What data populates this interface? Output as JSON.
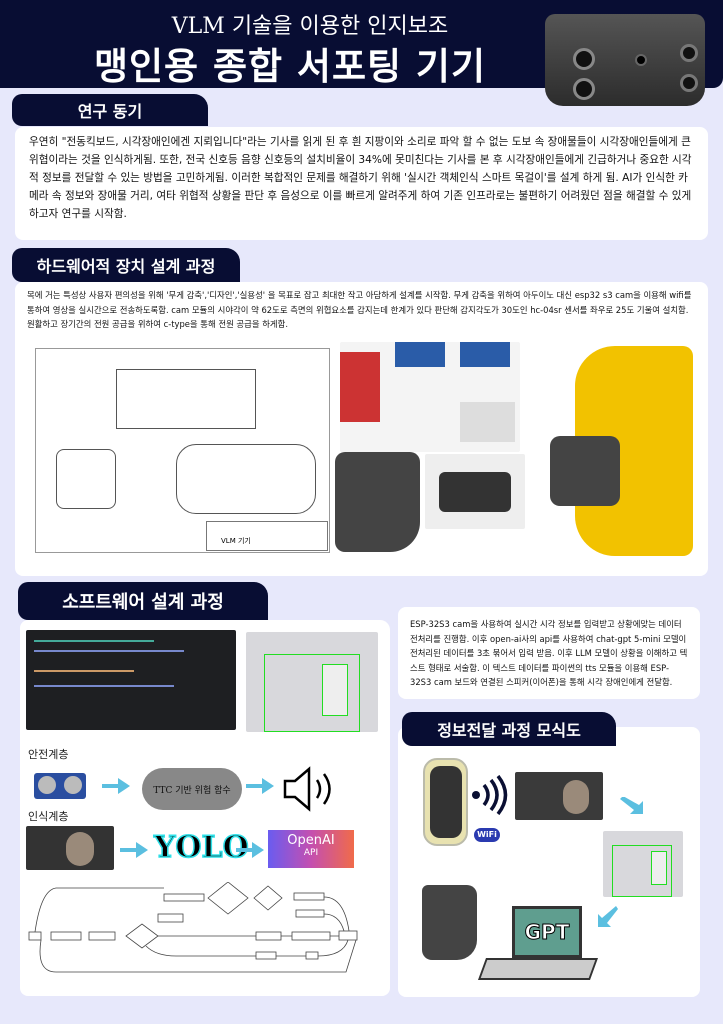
{
  "header": {
    "subtitle": "VLM 기술을 이용한 인지보조",
    "title": "맹인용 종합 서포팅 기기"
  },
  "motivation": {
    "heading": "연구 동기",
    "text": "우연히 \"전동킥보드, 시각장애인에겐 지뢰입니다\"라는 기사를 읽게 된 후 흰 지팡이와 소리로 파악 할 수 없는 도보 속 장애물들이 시각장애인들에게 큰 위협이라는 것을 인식하게됨. 또한, 전국 신호등 음향 신호등의 설치비율이 34%에 못미친다는 기사를 본 후 시각장애인들에게 긴급하거나 중요한 시각적 정보를 전달할 수 있는 방법을 고민하게됨. 이러한 복합적인 문제를 해결하기 위해 '실시간 객체인식 스마트 목걸이'를 설계 하게 됨. AI가 인식한 카메라 속 정보와 장애물 거리, 여타 위협적 상황을 판단 후 음성으로 이를 빠르게 알려주게 하여 기존 인프라로는 불편하기 어려웠던 점을 해결할 수 있게 하고자 연구를 시작함."
  },
  "hardware": {
    "heading": "하드웨어적 장치 설계 과정",
    "text": "목에 거는 특성상 사용자 편의성을 위해 '무게 감축','디자인','실용성' 을 목표로 잡고 최대한 작고 아담하게 설계를 시작함. 무게 감축을 위하여 아두이노 대신 esp32 s3 cam을 이용해 wifi를 통하여 영상을 실시간으로 전송하도록함. cam 모듈의 시야각이 약 62도로 측면의 위협요소를 감지는데 한계가 있다 판단해 감지각도가 30도인 hc-04sr 센서를 좌우로 25도 기울여 설치함. 원활하고 장기간의 전원 공급을 위하여 c-type을 통해 전원 공급을 하게함.",
    "drawing_title": "VLM 기기"
  },
  "software": {
    "heading": "소프트웨어 설계 과정",
    "safety_label": "안전계층",
    "ttc_label": "TTC 기반 위험 함수",
    "recognition_label": "인식계층",
    "yolo_label": "YOLO",
    "openai_label": "OpenAI",
    "api_label": "API"
  },
  "pipeline": {
    "text": "ESP-32S3 cam을 사용하여 실시간 시각 정보를 입력받고 상황에맞는 데이터 전처리를 진행함. 이후 open-ai사의 api를 사용하여 chat-gpt 5-mini 모델이 전처리된 데이터를 3초 묶어서 입력 받음. 이후 LLM 모델이 상황을 이해하고 텍스트 형태로 서술함. 이 텍스트 데이터를 파이썬의 tts 모듈을 이용해 ESP-32S3 cam 보드와 연결된 스피커(이어폰)을 통해 시각 장애인에게 전달함."
  },
  "diagram": {
    "heading": "정보전달 과정 모식도",
    "wifi_label": "WiFi",
    "gpt_label": "GPT"
  },
  "colors": {
    "navy": "#080d33",
    "background": "#e7e8fb",
    "arrow": "#5bbfe0"
  }
}
